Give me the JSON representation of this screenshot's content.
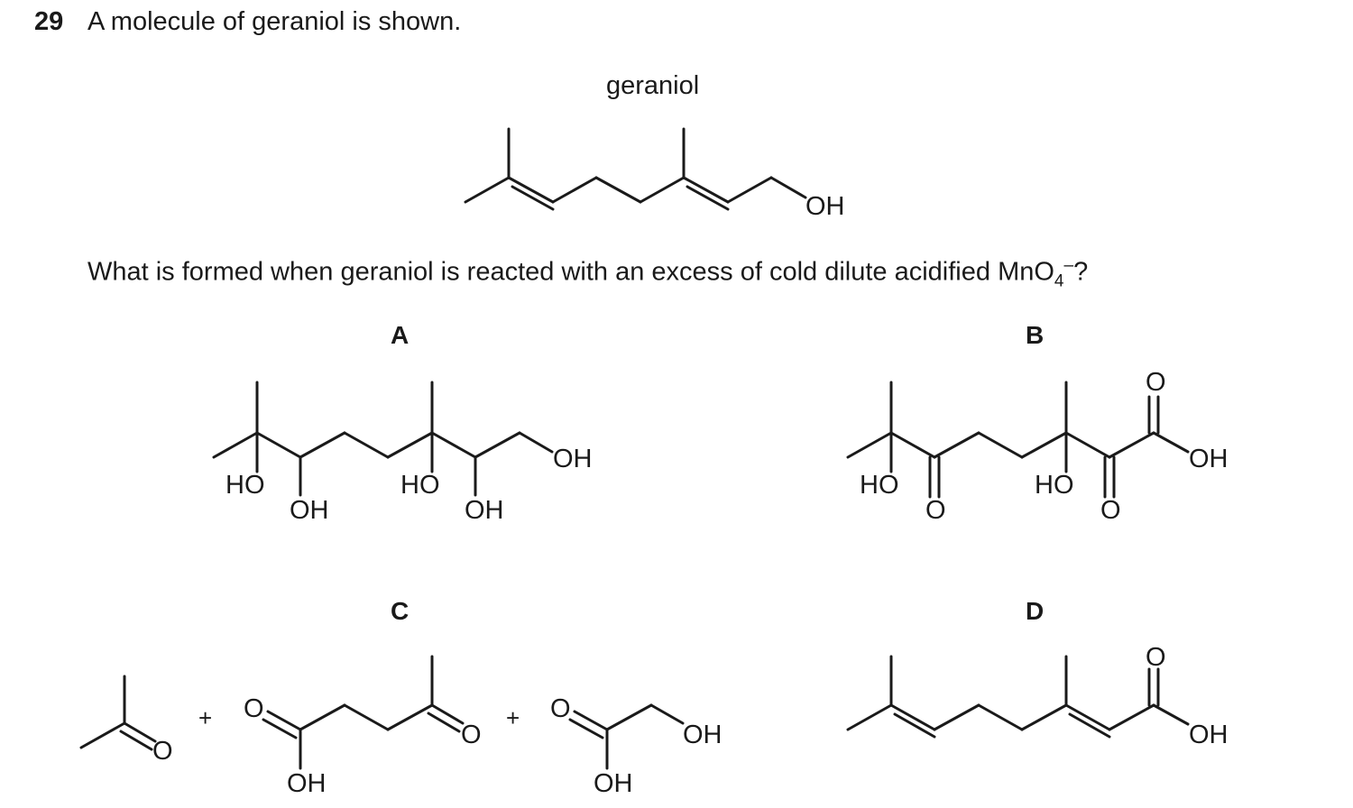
{
  "question": {
    "number": "29",
    "intro": "A molecule of geraniol is shown.",
    "molecule_caption": "geraniol",
    "stem_before": "What is formed when geraniol is reacted with an excess of cold dilute acidified MnO",
    "stem_sub": "4",
    "stem_sup": "–",
    "stem_after": "?"
  },
  "options": {
    "A": {
      "label": "A"
    },
    "B": {
      "label": "B"
    },
    "C": {
      "label": "C"
    },
    "D": {
      "label": "D"
    }
  },
  "atoms": {
    "oh": "OH",
    "ho": "HO",
    "o": "O",
    "plus": "+"
  }
}
